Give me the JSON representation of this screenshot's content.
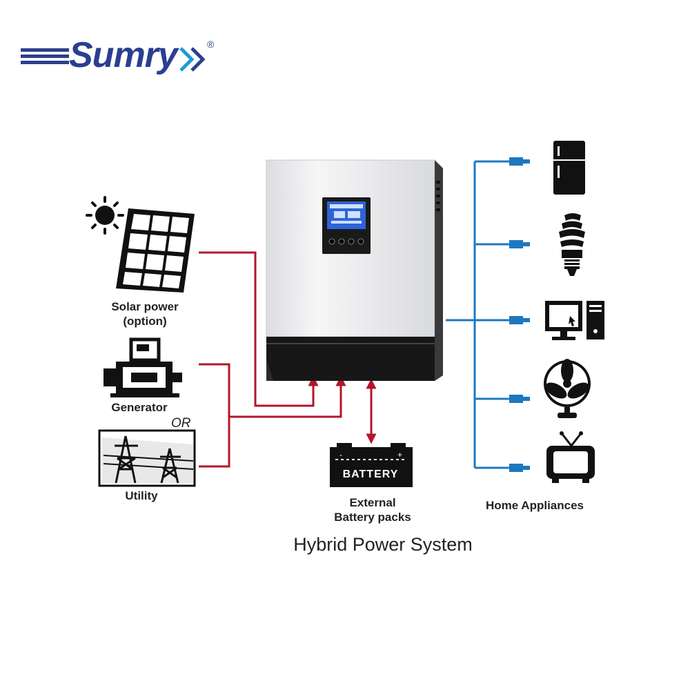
{
  "brand": {
    "name": "Sumry",
    "registered_mark": "®",
    "color_primary": "#2a3f8f",
    "color_accent": "#1d9bd7"
  },
  "diagram": {
    "title": "Hybrid Power System",
    "sources": {
      "solar_label_line1": "Solar power",
      "solar_label_line2": "(option)",
      "generator_label": "Generator",
      "or_label": "OR",
      "utility_label": "Utility"
    },
    "battery": {
      "box_label": "BATTERY",
      "caption_line1": "External",
      "caption_line2": "Battery packs"
    },
    "loads": {
      "caption": "Home Appliances",
      "items": [
        "refrigerator-icon",
        "light-bulb-icon",
        "computer-icon",
        "fan-icon",
        "tv-icon"
      ]
    },
    "colors": {
      "input_line": "#b3162a",
      "output_line": "#1c78bf",
      "inverter_body": "#e9eaec",
      "inverter_base": "#1a1a1a",
      "lcd": "#2f63d8"
    }
  }
}
